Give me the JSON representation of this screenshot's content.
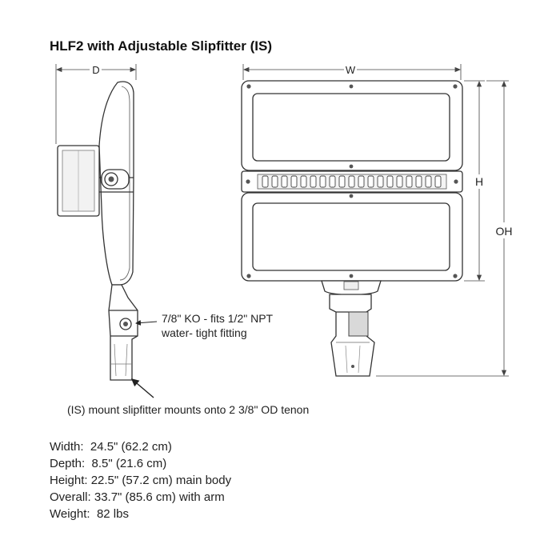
{
  "title": "HLF2 with Adjustable Slipfitter (IS)",
  "dimension_labels": {
    "depth": "D",
    "width": "W",
    "height": "H",
    "overall_height": "OH"
  },
  "callouts": {
    "knockout_line1": "7/8\" KO - fits 1/2\" NPT",
    "knockout_line2": "water- tight fitting",
    "mount": "(IS) mount slipfitter mounts onto 2 3/8\" OD tenon"
  },
  "specs": [
    {
      "label": "Width:",
      "value": "24.5\" (62.2 cm)"
    },
    {
      "label": "Depth:",
      "value": "8.5\" (21.6 cm)"
    },
    {
      "label": "Height:",
      "value": "22.5\" (57.2 cm) main body"
    },
    {
      "label": "Overall:",
      "value": "33.7\" (85.6 cm) with arm"
    },
    {
      "label": "Weight:",
      "value": "82 lbs"
    }
  ],
  "colors": {
    "line": "#333333",
    "dim_line": "#444444",
    "fill": "#ffffff",
    "shade": "#d9d9d9"
  }
}
